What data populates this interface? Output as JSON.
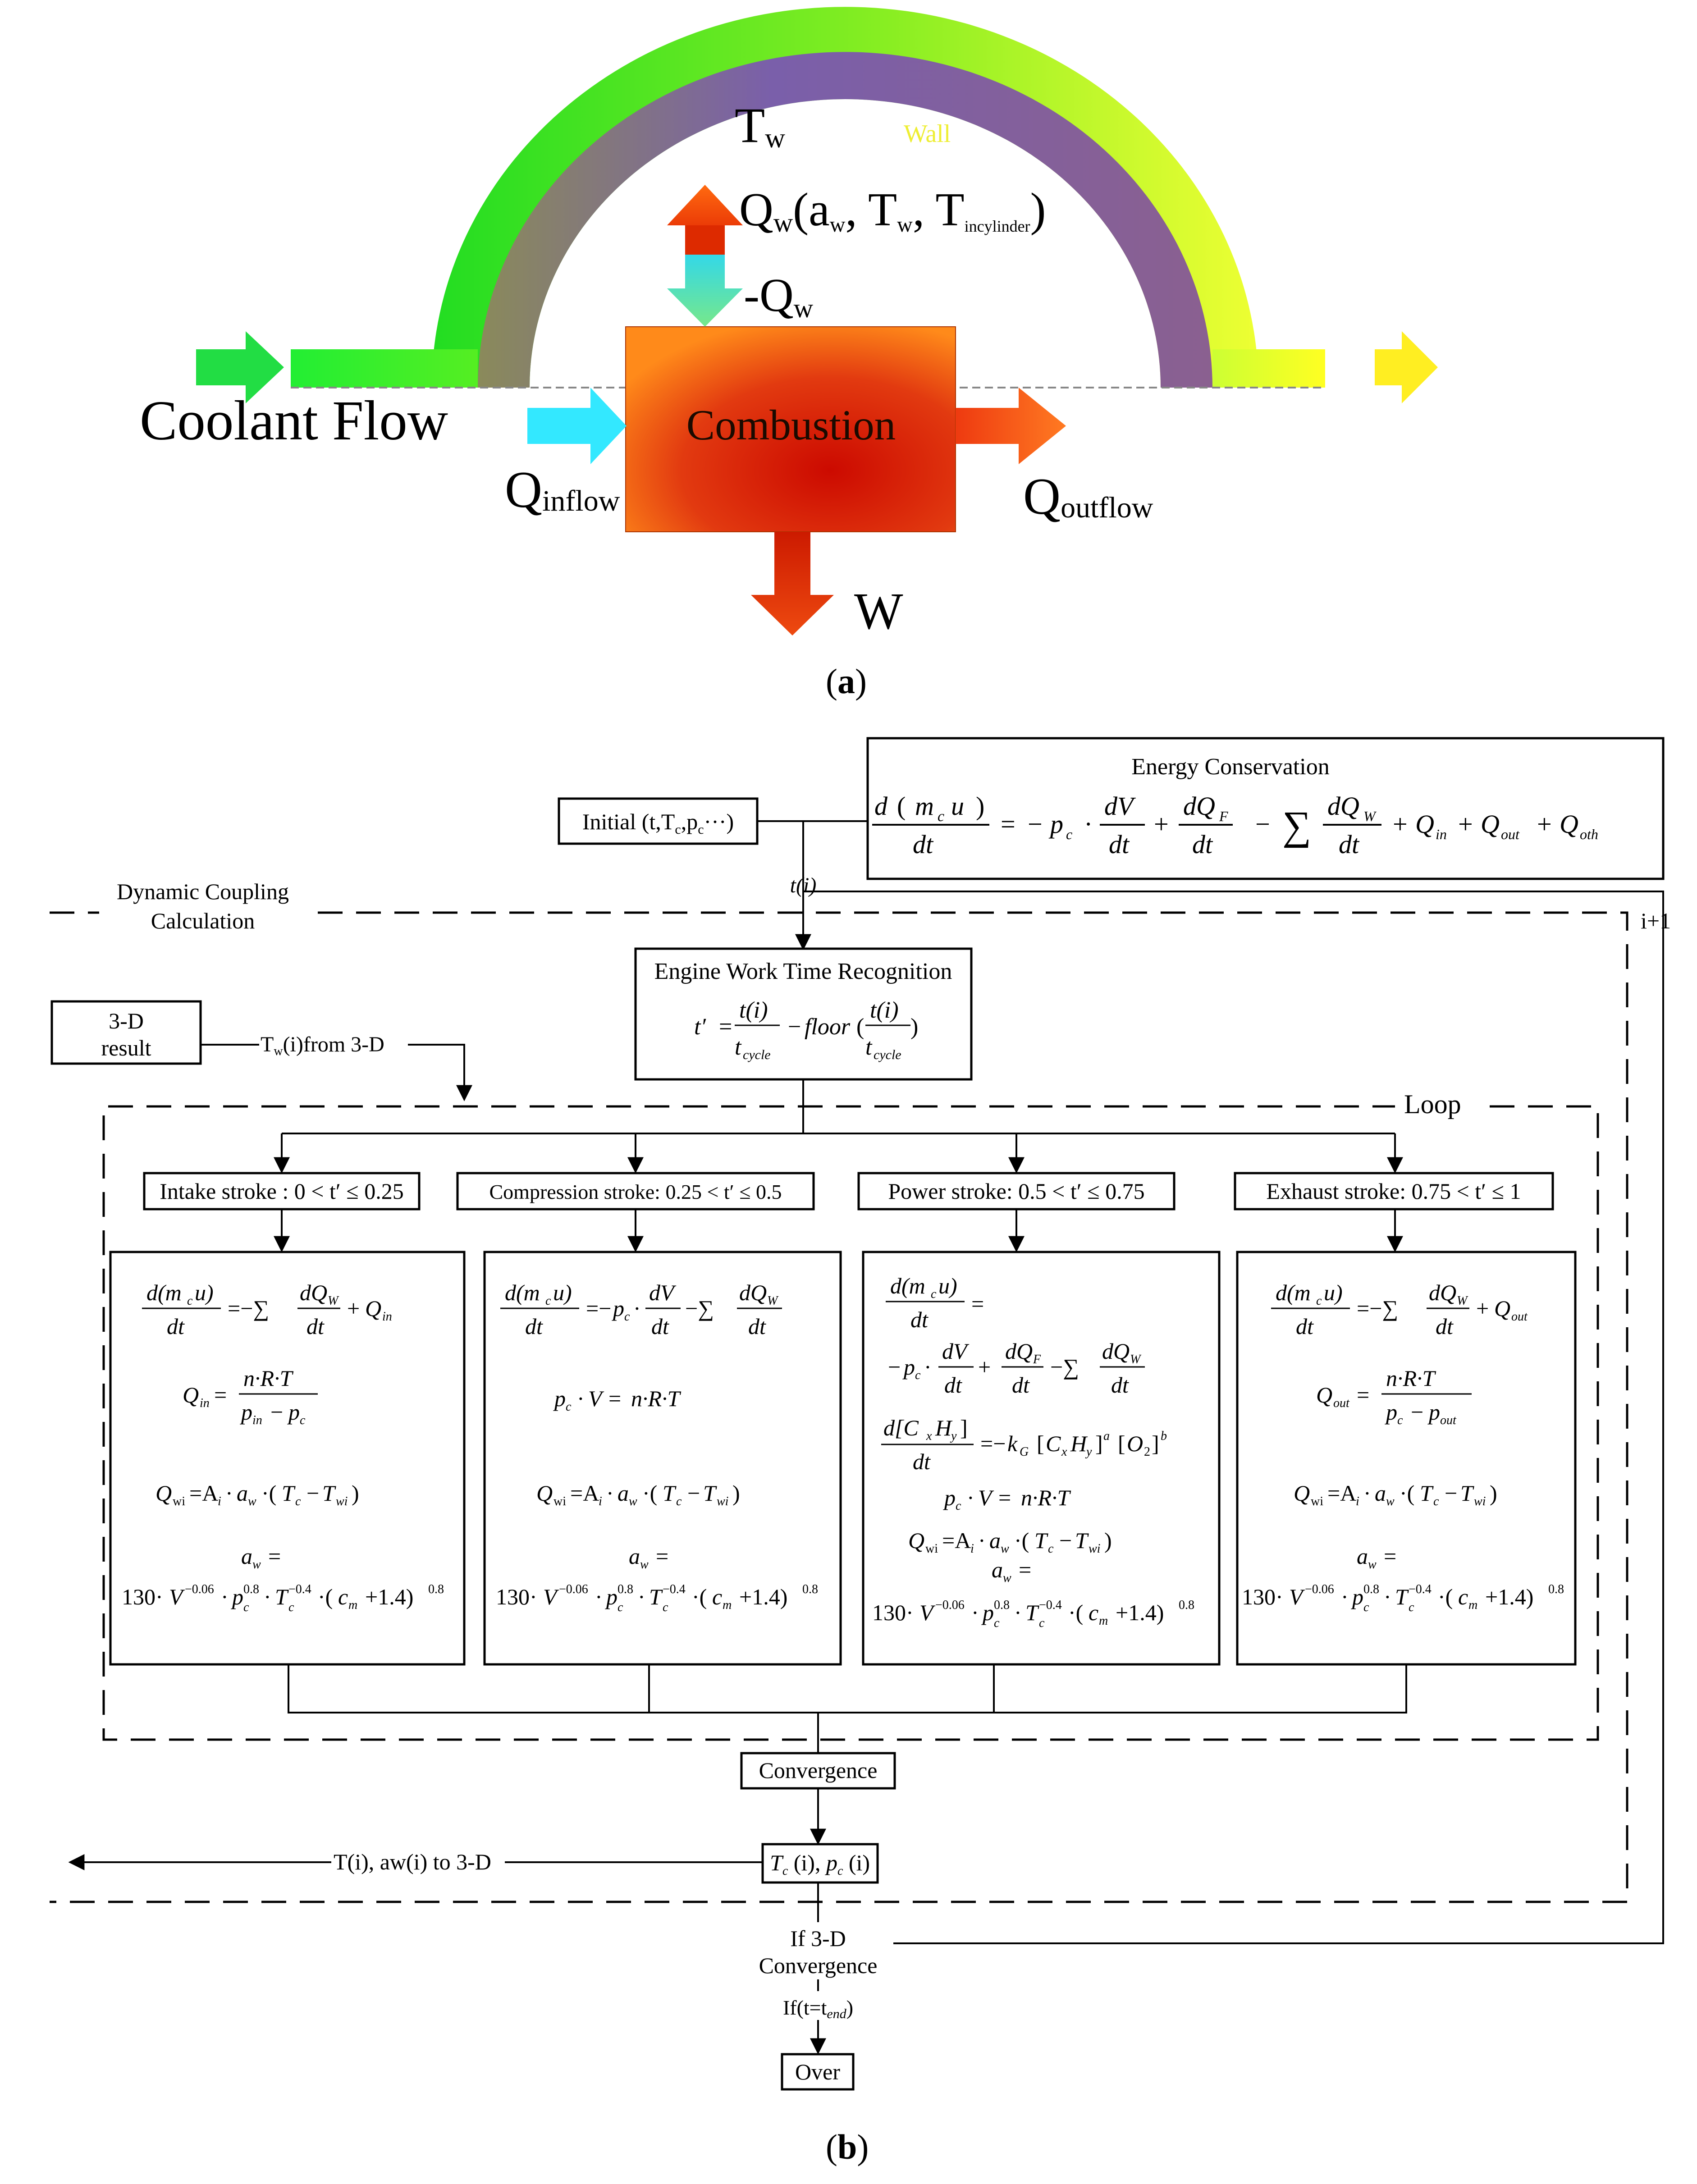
{
  "panel_a": {
    "caption_open": "(",
    "caption_letter": "a",
    "caption_close": ")",
    "coolant_flow": "Coolant Flow",
    "tw": "T",
    "tw_sub": "w",
    "wall": "Wall",
    "qw_main": "Q",
    "qw_sub": "w",
    "qw_args_open": "(a",
    "qw_args_a_sub": "w",
    "qw_args_t": ", T",
    "qw_args_tw_sub": "w",
    "qw_args_t2": ", T",
    "qw_args_incyl_sub": "incylinder",
    "qw_args_close": ")",
    "neg_qw": "-Q",
    "neg_qw_sub": "w",
    "combustion": "Combustion",
    "q_inflow": "Q",
    "q_inflow_sub": "inflow",
    "q_outflow": "Q",
    "q_outflow_sub": "outflow",
    "w": "W",
    "colors": {
      "wall_green": "#33e633",
      "wall_yellow": "#e8ff33",
      "wall_purple": "#7a5fa0",
      "combustion_orange": "#ff7a1a",
      "combustion_red": "#cc1a00",
      "inflow_cyan": "#33e8ff",
      "coolant_green": "#22dd33",
      "exit_yellow": "#ffee22"
    }
  },
  "panel_b": {
    "caption_open": "(",
    "caption_letter": "b",
    "caption_close": ")",
    "energy_title": "Energy Conservation",
    "initial": "Initial (t,T",
    "initial_sub_c": "c",
    "initial_mid": ",p",
    "initial_sub_c2": "c",
    "initial_end": "···)",
    "t_i": "t(i)",
    "dynamic_coupling_1": "Dynamic Coupling",
    "dynamic_coupling_2": "Calculation",
    "i_plus_1": "i+1",
    "engine_title": "Engine Work Time Recognition",
    "three_d_1": "3-D",
    "three_d_2": "result",
    "tw_from_3d": "T",
    "tw_from_3d_sub": "w",
    "tw_from_3d_rest": "(i)from 3-D",
    "loop": "Loop",
    "strokes": [
      {
        "label": "Intake stroke : 0 < t′ ≤ 0.25"
      },
      {
        "label": "Compression stroke: 0.25 < t′ ≤ 0.5"
      },
      {
        "label": "Power stroke: 0.5 < t′ ≤ 0.75"
      },
      {
        "label": "Exhaust stroke: 0.75 < t′ ≤ 1"
      }
    ],
    "convergence": "Convergence",
    "to_3d": "T(i), aw(i) to 3-D",
    "tc_pc": "T",
    "if_3d_1": "If 3-D",
    "if_3d_2": "Convergence",
    "if_t_end": "If(t=t",
    "if_t_end_sub": "end",
    "if_t_end_close": ")",
    "over": "Over"
  }
}
